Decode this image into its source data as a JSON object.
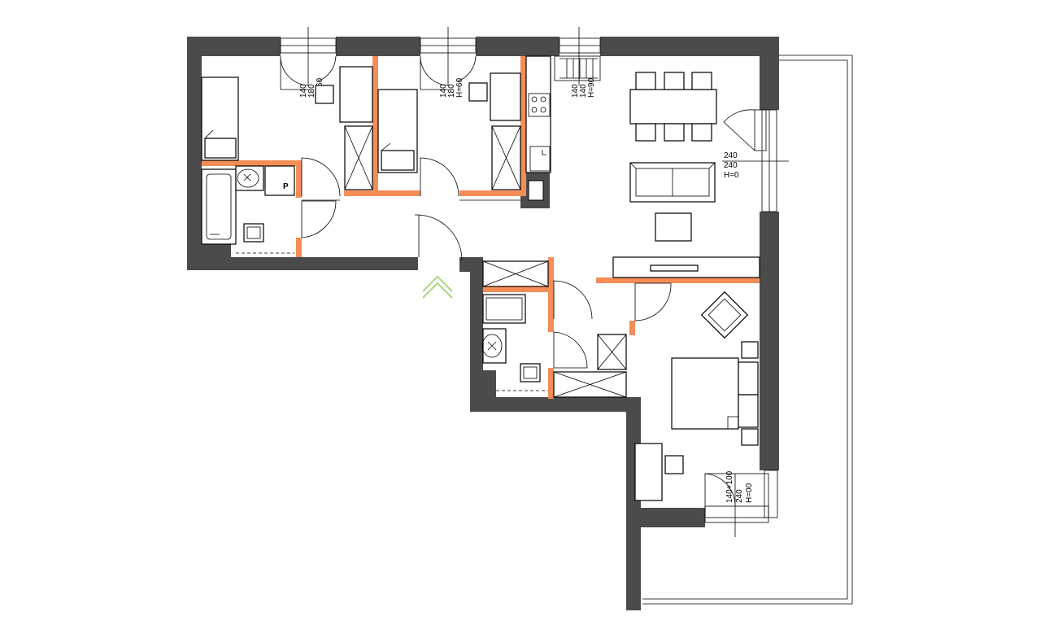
{
  "colors": {
    "wall": "#4b4b4b",
    "partition": "#f58d56",
    "entrance_marker": "#9bd36a",
    "line": "#000000",
    "background": "#ffffff"
  },
  "windows": {
    "w1": {
      "width": "140",
      "height": "180",
      "sill": "H=60"
    },
    "w2": {
      "width": "140",
      "height": "180",
      "sill": "H=60"
    },
    "w3": {
      "width": "140",
      "height": "140",
      "sill": "H=90"
    },
    "balcony_door": {
      "width": "240",
      "height": "240",
      "sill": "H=0"
    },
    "w_bedroom": {
      "width": "140+100",
      "height": "240",
      "sill": "H=00"
    }
  },
  "fixtures": {
    "bathroom_cabinet_label": "P"
  }
}
